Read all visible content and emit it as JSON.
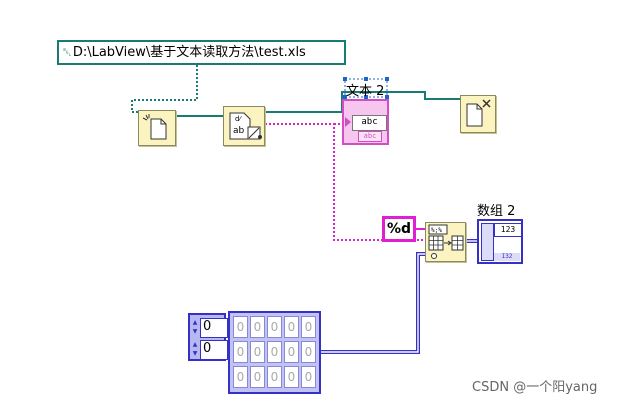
{
  "path_constant": {
    "value": "D:\\LabView\\基于文本读取方法\\test.xls",
    "glyph": "␇"
  },
  "string_indicator": {
    "label": "文本 2",
    "display": "abc",
    "type_tag": "abc"
  },
  "format_constant": {
    "value": "%d"
  },
  "array_indicator": {
    "label": "数组 2",
    "display": "123",
    "type_tag": "I32"
  },
  "array_constant": {
    "indices": [
      "0",
      "0"
    ],
    "rows": [
      [
        "0",
        "0",
        "0",
        "0",
        "0"
      ],
      [
        "0",
        "0",
        "0",
        "0",
        "0"
      ],
      [
        "0",
        "0",
        "0",
        "0",
        "0"
      ]
    ]
  },
  "watermark": {
    "text": "CSDN @一个阳yang"
  },
  "colors": {
    "path_wire": "#1a7a74",
    "string_wire": "#e01fd0",
    "array_wire": "#3530c8",
    "vi_fill": "#fbf4c0"
  },
  "icons": {
    "open_file": "open-file-icon",
    "read_text": "read-text-file-icon",
    "close_file": "close-file-icon",
    "spreadsheet_to_array": "spreadsheet-string-to-array-icon"
  }
}
